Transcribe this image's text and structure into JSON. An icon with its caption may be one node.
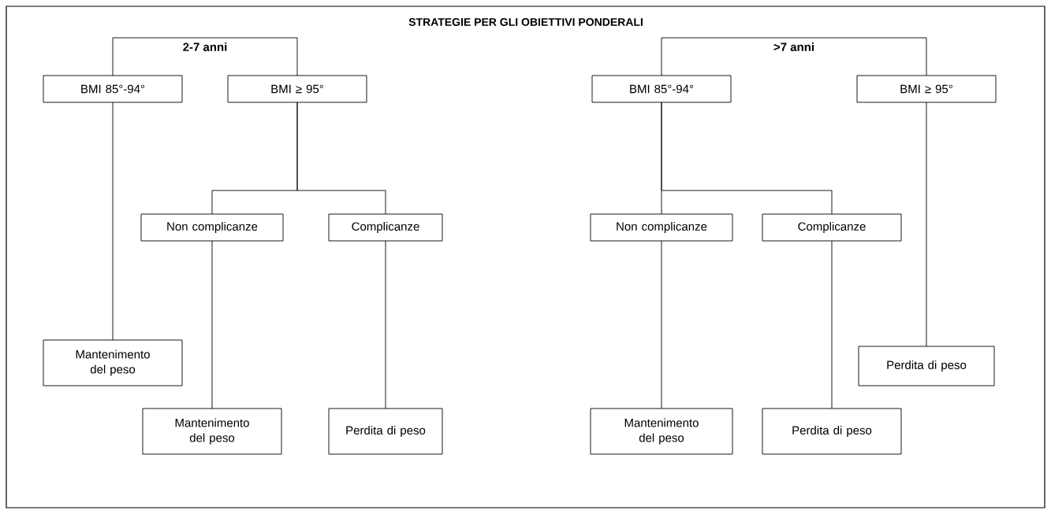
{
  "diagram": {
    "title": "STRATEGIE PER GLI OBIETTIVI PONDERALI",
    "nodes": [
      {
        "text": [
          "2-7 anni"
        ]
      },
      {
        "text": [
          "BMI 85°-94°"
        ]
      },
      {
        "text": [
          "BMI ≥ 95°"
        ]
      },
      {
        "text": [
          "Non complicanze"
        ]
      },
      {
        "text": [
          "Complicanze"
        ]
      },
      {
        "text": [
          "Mantenimento del peso"
        ]
      },
      {
        "text": [
          "Mantenimento del peso"
        ]
      },
      {
        "text": [
          "Perdita di peso"
        ]
      },
      {
        "text": [
          ">7 anni"
        ]
      },
      {
        "text": [
          "BMI 85°-94°"
        ]
      },
      {
        "text": [
          "BMI ≥ 95°"
        ]
      },
      {
        "text": [
          "Non complicanze"
        ]
      },
      {
        "text": [
          "Complicanze"
        ]
      },
      {
        "text": [
          "Perdita di peso"
        ]
      },
      {
        "text": [
          "Mantenimento del peso"
        ]
      },
      {
        "text": [
          "Perdita di peso"
        ]
      }
    ],
    "edges": [
      {
        "from": 0,
        "to": 1,
        "arrow": "none"
      },
      {
        "from": 0,
        "to": 2,
        "arrow": "none"
      },
      {
        "from": 1,
        "to": 5,
        "arrow": "none"
      },
      {
        "from": 2,
        "to": 3,
        "arrow": "none"
      },
      {
        "from": 2,
        "to": 4,
        "arrow": "none"
      },
      {
        "from": 3,
        "to": 6,
        "arrow": "none"
      },
      {
        "from": 4,
        "to": 7,
        "arrow": "none"
      },
      {
        "from": 8,
        "to": 9,
        "arrow": "none"
      },
      {
        "from": 8,
        "to": 10,
        "arrow": "none"
      },
      {
        "from": 9,
        "to": 11,
        "arrow": "none"
      },
      {
        "from": 9,
        "to": 12,
        "arrow": "none"
      },
      {
        "from": 10,
        "to": 13,
        "arrow": "none"
      },
      {
        "from": 11,
        "to": 14,
        "arrow": "none"
      },
      {
        "from": 12,
        "to": 15,
        "arrow": "none"
      }
    ]
  }
}
